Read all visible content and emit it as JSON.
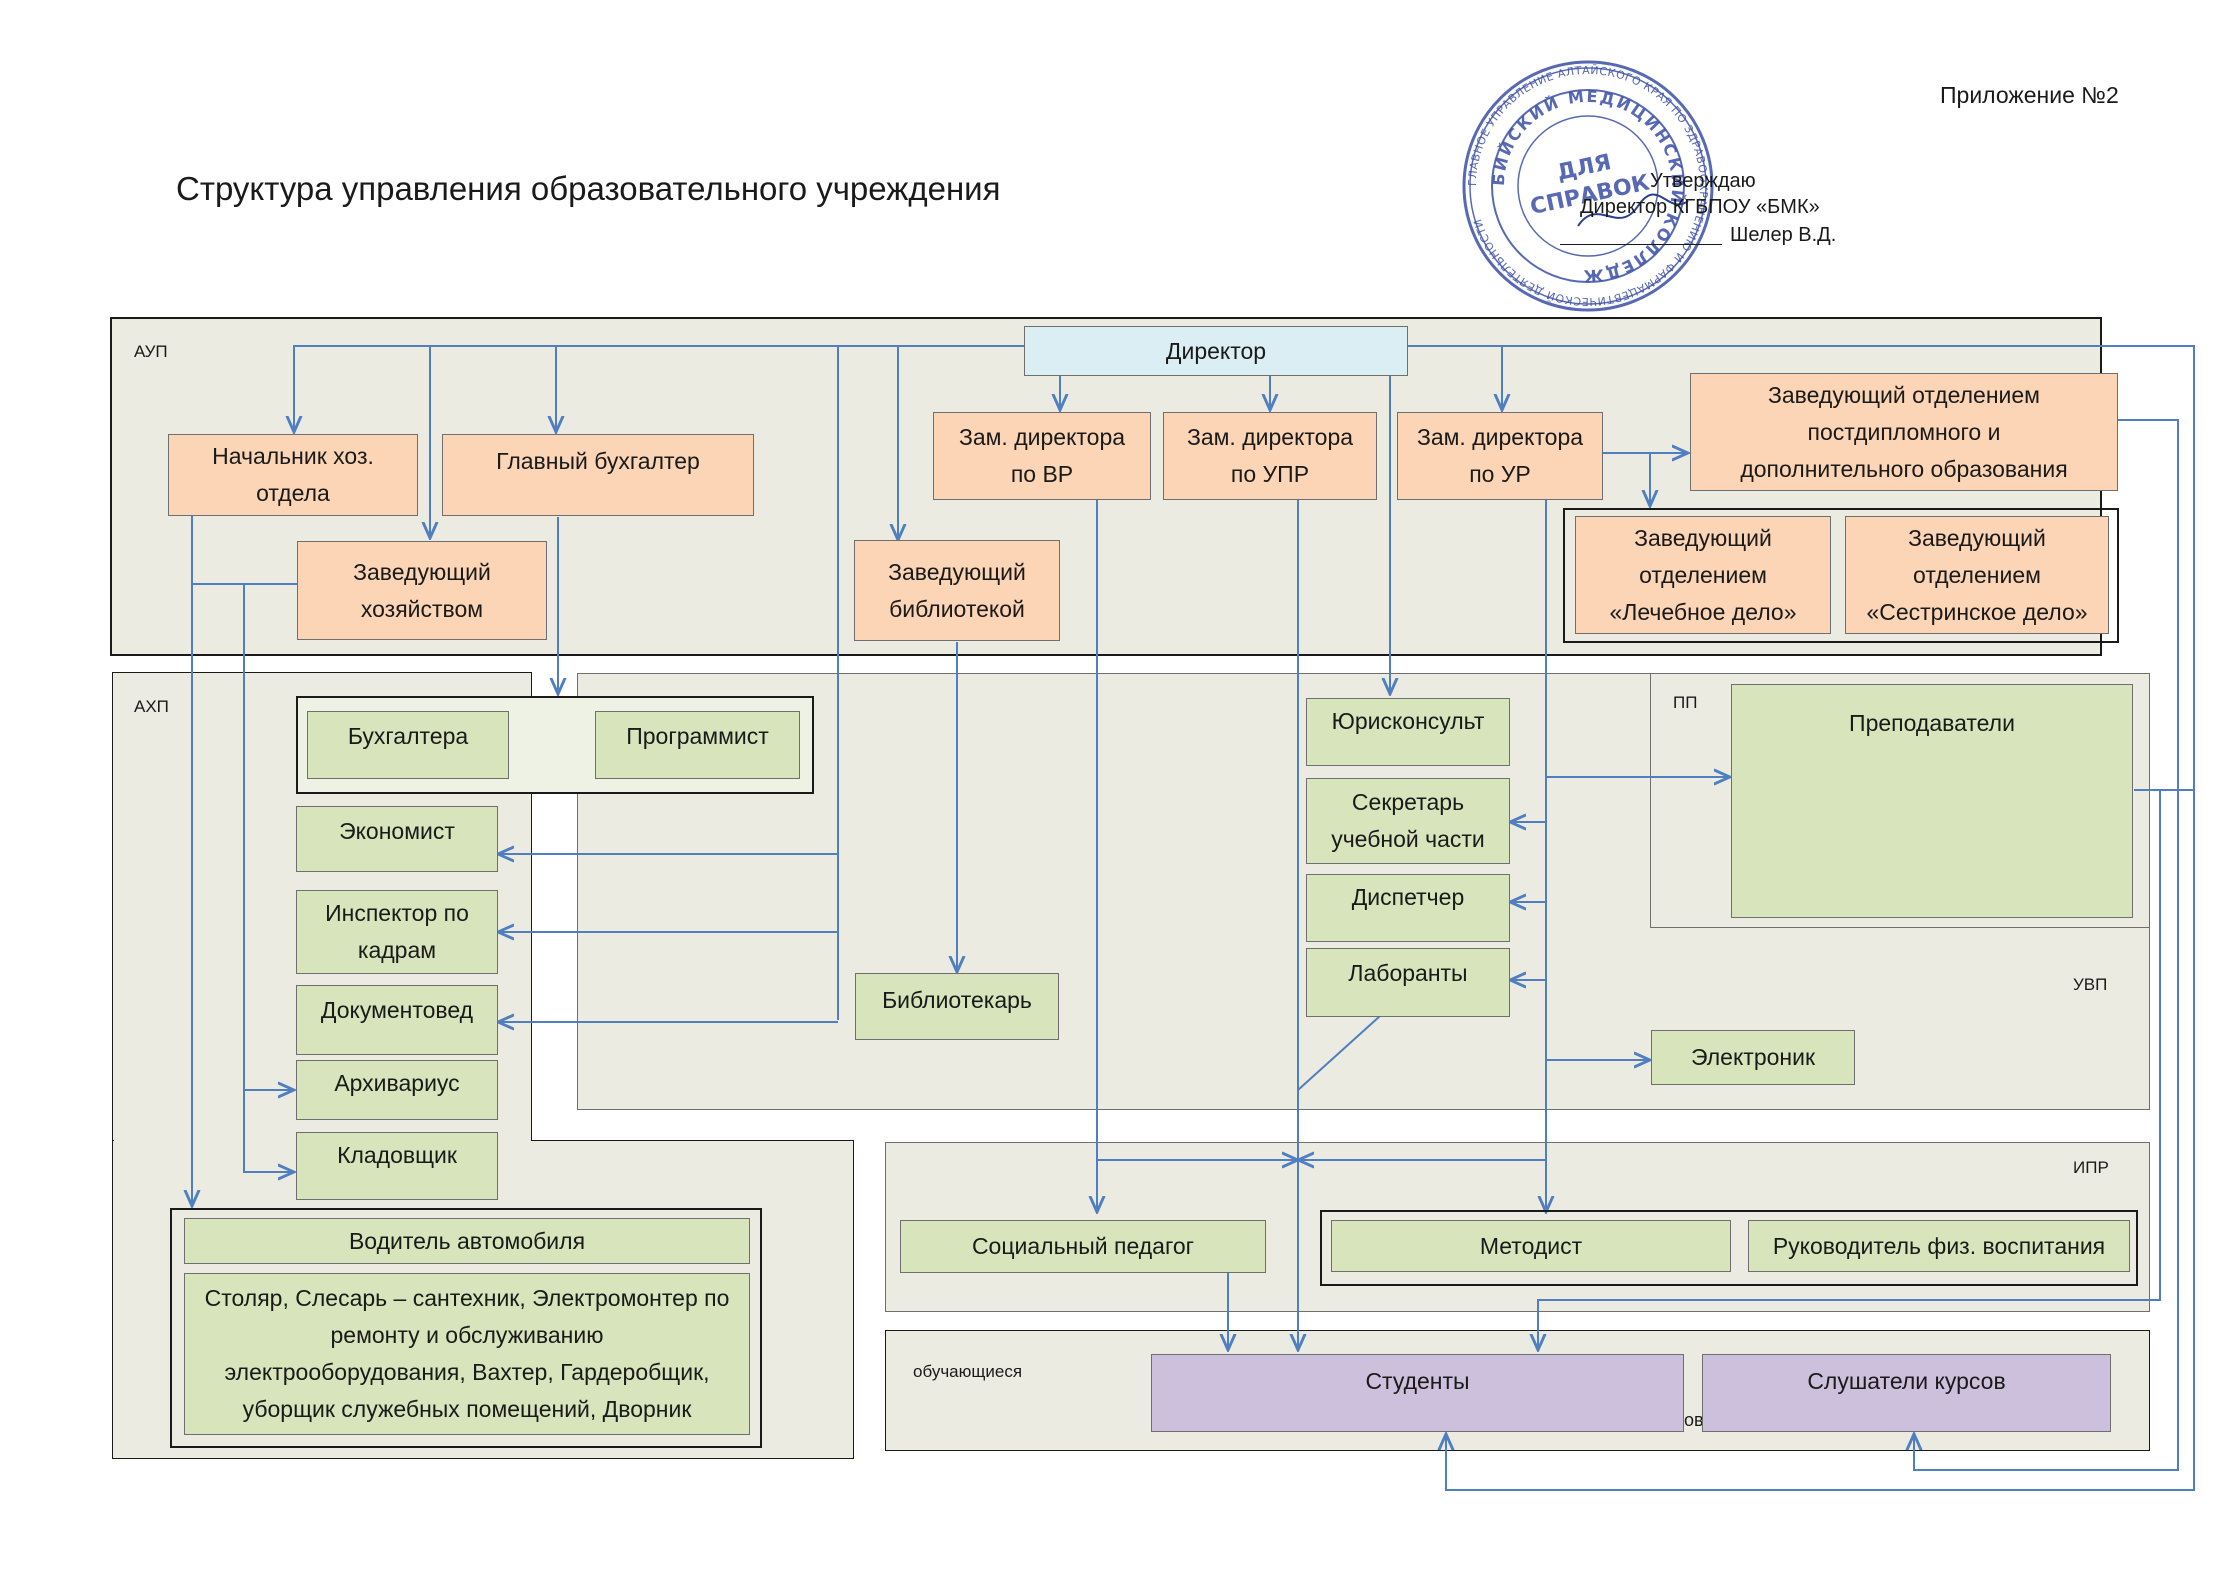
{
  "header": {
    "appendix": "Приложение №2",
    "title": "Структура управления образовательного учреждения",
    "approve_line1": "Утверждаю",
    "approve_line2": "Директор КГБПОУ «БМК»",
    "approve_line3": "Шелер В.Д."
  },
  "stamp": {
    "text_outer": "ГЛАВНОЕ УПРАВЛЕНИЕ АЛТАЙСКОГО КРАЯ ПО ЗДРАВООХРАНЕНИЮ И ФАРМАЦЕВТИЧЕСКОЙ ДЕЯТЕЛЬНОСТИ",
    "text_inner": "БИЙСКИЙ МЕДИЦИНСКИЙ КОЛЛЕДЖ",
    "text_center_1": "ДЛЯ",
    "text_center_2": "СПРАВОК",
    "color": "#3b4fa8"
  },
  "regions": {
    "aup": "АУП",
    "ahp": "АХП",
    "pp": "ПП",
    "uvp": "УВП",
    "ipr": "ИПР",
    "students": "обучающиеся",
    "hidden_fragment": "ове"
  },
  "boxes": {
    "director": "Директор",
    "head_household_dept": "Начальник хоз.\nотдела",
    "chief_accountant": "Главный бухгалтер",
    "deputy_vr": "Зам. директора\nпо ВР",
    "deputy_upr": "Зам. директора\nпо УПР",
    "deputy_ur": "Зам. директора\nпо УР",
    "head_postgrad": "Заведующий отделением\nпостдипломного и\nдополнительного образования",
    "head_household": "Заведующий\nхозяйством",
    "head_library": "Заведующий\nбиблиотекой",
    "head_medical": "Заведующий\nотделением\n«Лечебное дело»",
    "head_nursing": "Заведующий\nотделением\n«Сестринское дело»",
    "accountants": "Бухгалтера",
    "programmer": "Программист",
    "economist": "Экономист",
    "hr_inspector": "Инспектор по\nкадрам",
    "document_specialist": "Документовед",
    "archivist": "Архивариус",
    "storekeeper": "Кладовщик",
    "driver": "Водитель автомобиля",
    "workers": "Столяр, Слесарь – сантехник, Электромонтер по\nремонту и обслуживанию\nэлектрооборудования, Вахтер, Гардеробщик,\nуборщик служебных помещений, Дворник",
    "librarian": "Библиотекарь",
    "legal": "Юрисконсульт",
    "secretary": "Секретарь\nучебной части",
    "dispatcher": "Диспетчер",
    "lab_assistants": "Лаборанты",
    "teachers": "Преподаватели",
    "electronics": "Электроник",
    "social_pedagogue": "Социальный педагог",
    "methodist": "Методист",
    "pe_head": "Руководитель физ. воспитания",
    "students": "Студенты",
    "course_listeners": "Слушатели курсов"
  },
  "colors": {
    "line": "#4f7fc0",
    "region": "#ecebe2",
    "orange": "#fbd5b5",
    "green": "#d8e4bc",
    "purple": "#cdc0dd",
    "director": "#dbeef4"
  }
}
